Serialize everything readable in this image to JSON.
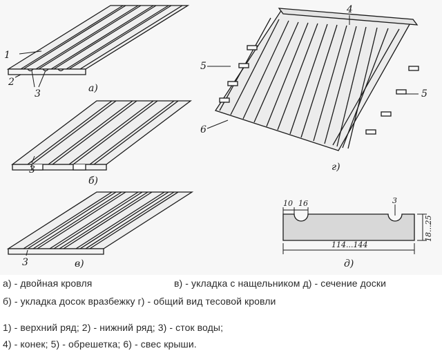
{
  "figure": {
    "panel_labels": {
      "a": "а)",
      "b": "б)",
      "v": "в)",
      "g": "г)",
      "d": "д)"
    },
    "callouts": {
      "n1": "1",
      "n2": "2",
      "n3": "3",
      "n4": "4",
      "n5": "5",
      "n6": "6"
    },
    "section_dims": {
      "groove_a": "10",
      "groove_b": "16",
      "depth": "3",
      "height": "18...25",
      "width": "114...144"
    }
  },
  "caption": {
    "line1_left": "а) - двойная кровля",
    "line1_right": "в) - укладка с нащельником  д) - сечение доски",
    "line2": "б) - укладка досок вразбежку г) - общий вид тесовой кровли",
    "legend_line1": "1) - верхний ряд; 2) - нижний ряд; 3) - сток воды;",
    "legend_line2": "4) - конек; 5) - обрешетка; 6) - свес крыши."
  },
  "colors": {
    "ink": "#1a1a1a",
    "background": "#ffffff",
    "panel_fill": "#f4f4f4"
  }
}
